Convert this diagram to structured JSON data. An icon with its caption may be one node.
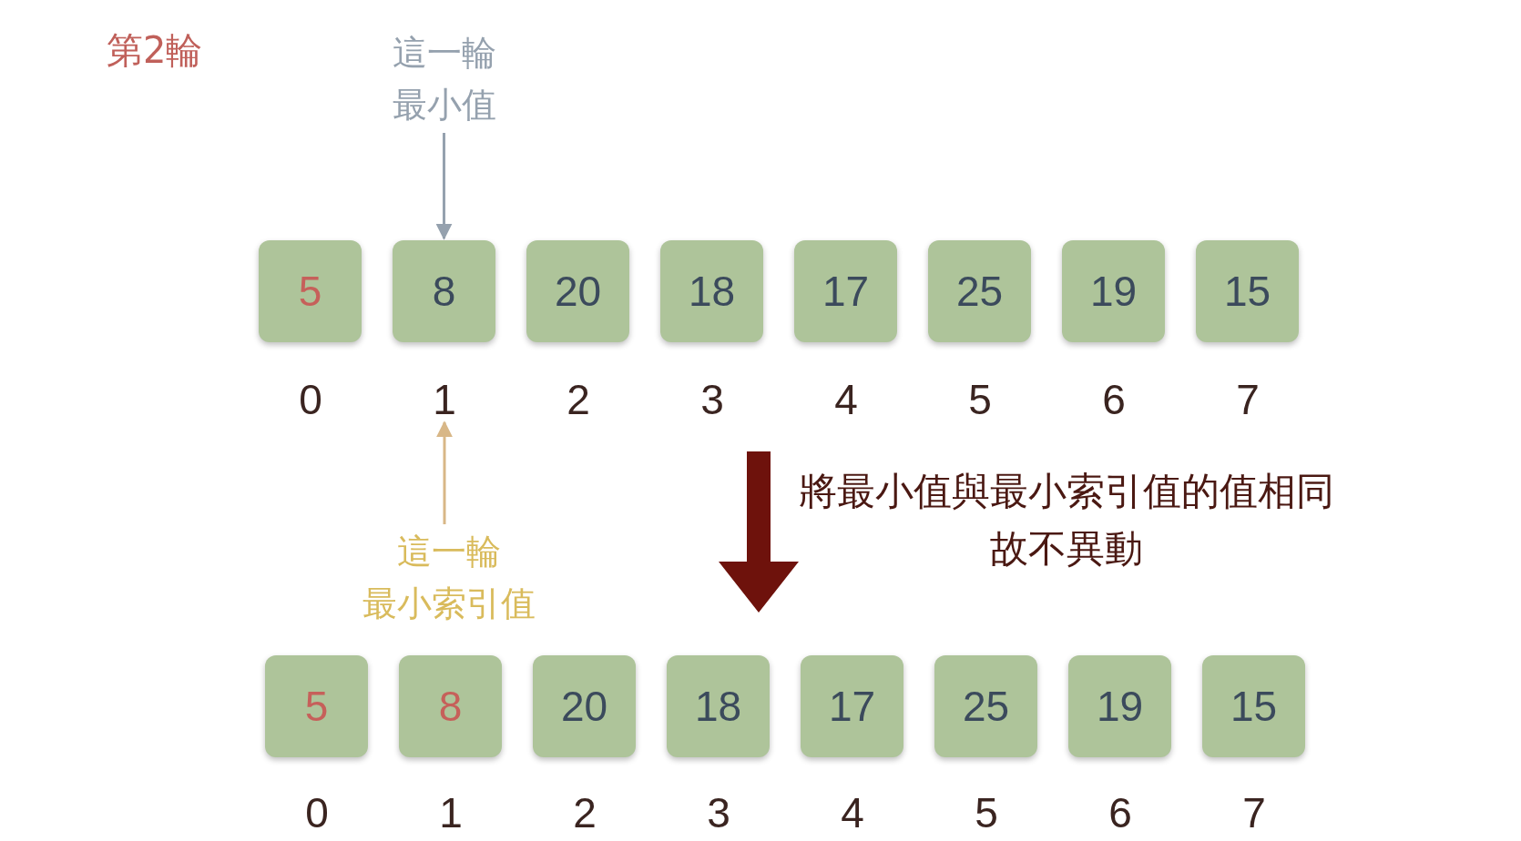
{
  "diagram": {
    "title": "第2輪",
    "nodes": [
      {
        "text": [
          "這一輪最小值"
        ]
      },
      {
        "text": [
          "5"
        ]
      },
      {
        "text": [
          "8"
        ]
      },
      {
        "text": [
          "20"
        ]
      },
      {
        "text": [
          "18"
        ]
      },
      {
        "text": [
          "17"
        ]
      },
      {
        "text": [
          "25"
        ]
      },
      {
        "text": [
          "19"
        ]
      },
      {
        "text": [
          "15"
        ]
      },
      {
        "text": [
          "1"
        ]
      },
      {
        "text": [
          "這一輪最小索引值"
        ]
      },
      {
        "text": [
          "5"
        ]
      },
      {
        "text": [
          "8"
        ]
      },
      {
        "text": [
          "20"
        ]
      },
      {
        "text": [
          "18"
        ]
      },
      {
        "text": [
          "17"
        ]
      },
      {
        "text": [
          "25"
        ]
      },
      {
        "text": [
          "19"
        ]
      },
      {
        "text": [
          "15"
        ]
      }
    ],
    "edges": [
      {
        "from": 0,
        "to": 2,
        "arrow": "to",
        "color": "#95a1ae"
      },
      {
        "from": 10,
        "to": 9,
        "arrow": "to",
        "color": "#d8b787"
      }
    ],
    "labels": [
      "0",
      "2",
      "3",
      "4",
      "5",
      "6",
      "7",
      "將最小值與最小索引值的值相同故不異動",
      "0",
      "1",
      "2",
      "3",
      "4",
      "5",
      "6",
      "7"
    ]
  }
}
